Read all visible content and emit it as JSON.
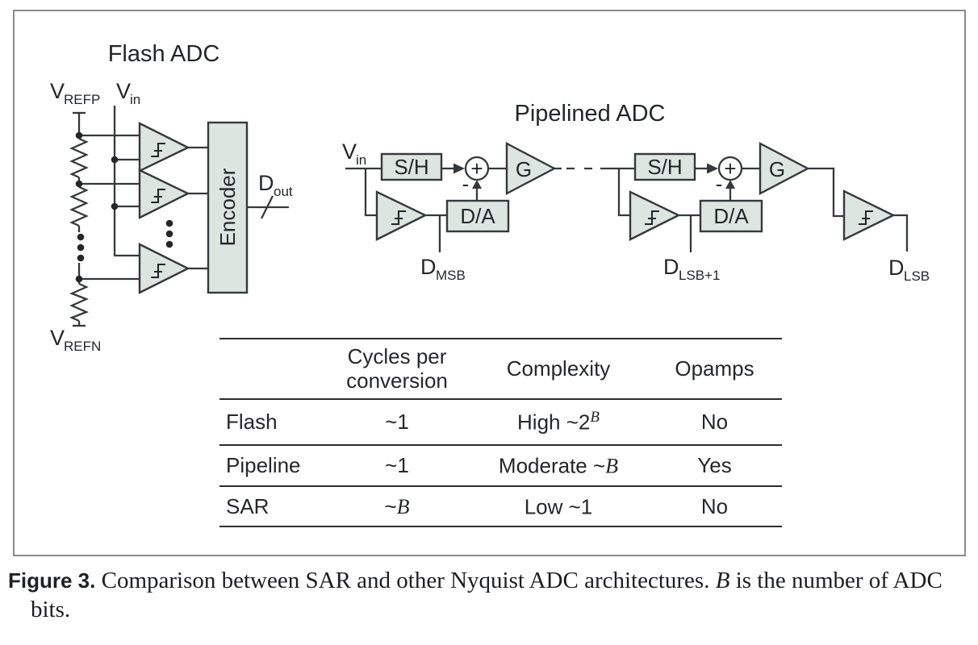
{
  "colors": {
    "block_fill": "#dde5e1",
    "line": "#35383c",
    "text": "#24262b",
    "table_rule": "#2d2d2d",
    "figure_border": "#6f7072",
    "background": "#ffffff"
  },
  "flash_adc": {
    "title": "Flash ADC",
    "vrefp_base": "V",
    "vrefp_sub": "REFP",
    "vrefn_base": "V",
    "vrefn_sub": "REFN",
    "vin_base": "V",
    "vin_sub": "in",
    "encoder_label": "Encoder",
    "dout_base": "D",
    "dout_sub": "out"
  },
  "pipelined_adc": {
    "title": "Pipelined ADC",
    "vin_base": "V",
    "vin_sub": "in",
    "sh_label": "S/H",
    "da_label": "D/A",
    "gain_label": "G",
    "sum_plus": "+",
    "sum_minus": "-",
    "dmsb_base": "D",
    "dmsb_sub": "MSB",
    "dlsb1_base": "D",
    "dlsb1_sub": "LSB+1",
    "dlsb_base": "D",
    "dlsb_sub": "LSB"
  },
  "table": {
    "headers": {
      "col0": "",
      "cycles": "Cycles per conversion",
      "complexity": "Complexity",
      "opamps": "Opamps"
    },
    "rows": [
      {
        "label": "Flash",
        "cycles_pre": "~1",
        "cycles_it": "",
        "complexity_pre": "High ~2",
        "complexity_it": "",
        "complexity_sup": "B",
        "opamps": "No"
      },
      {
        "label": "Pipeline",
        "cycles_pre": "~1",
        "cycles_it": "",
        "complexity_pre": "Moderate ~",
        "complexity_it": "B",
        "complexity_sup": "",
        "opamps": "Yes"
      },
      {
        "label": "SAR",
        "cycles_pre": "~",
        "cycles_it": "B",
        "complexity_pre": "Low ~1",
        "complexity_it": "",
        "complexity_sup": "",
        "opamps": "No"
      }
    ]
  },
  "caption": {
    "label": "Figure 3.",
    "text_pre": " Comparison between SAR and other Nyquist ADC architectures. ",
    "b_symbol": "B",
    "text_post": " is the number of ADC bits."
  }
}
